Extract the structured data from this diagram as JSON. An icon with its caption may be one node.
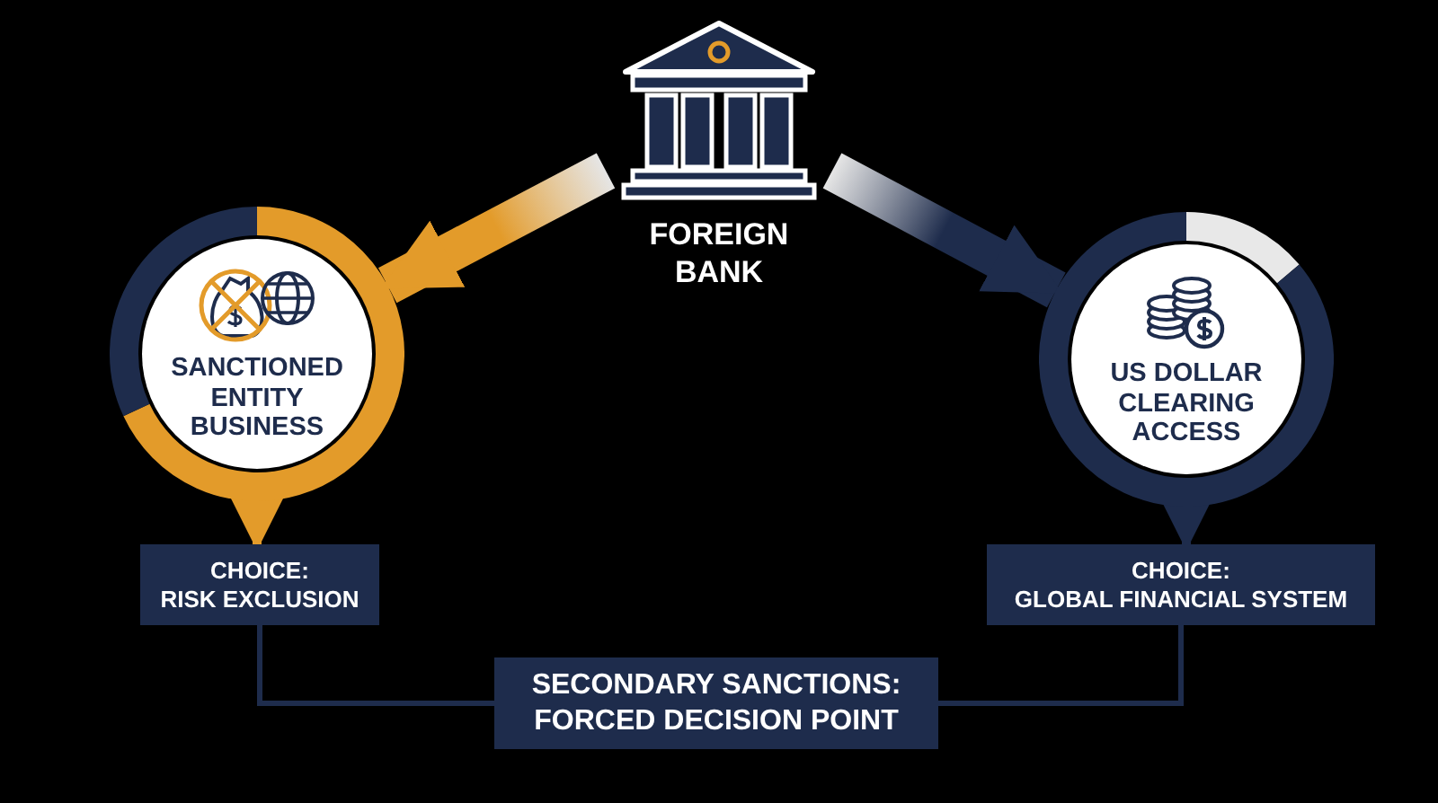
{
  "diagram": {
    "nodes": [
      {
        "text": [
          "FOREIGN BANK"
        ]
      },
      {
        "text": [
          "SANCTIONED ENTITY BUSINESS"
        ]
      },
      {
        "text": [
          "US DOLLAR CLEARING ACCESS"
        ]
      },
      {
        "text": [
          "CHOICE:",
          "RISK EXCLUSION"
        ]
      },
      {
        "text": [
          "CHOICE:",
          "GLOBAL FINANCIAL SYSTEM"
        ]
      },
      {
        "text": [
          "SECONDARY SANCTIONS:",
          "FORCED DECISION POINT"
        ]
      }
    ],
    "edges": [
      {
        "from": 0,
        "to": 1,
        "arrow": "to",
        "style": "thick",
        "color": "#e39b2a"
      },
      {
        "from": 0,
        "to": 2,
        "arrow": "to",
        "style": "thick"
      },
      {
        "from": 1,
        "to": 3,
        "arrow": "to",
        "color": "#e39b2a"
      },
      {
        "from": 2,
        "to": 4,
        "arrow": "to"
      },
      {
        "from": 3,
        "to": 5,
        "arrow": "none"
      },
      {
        "from": 4,
        "to": 5,
        "arrow": "none"
      }
    ]
  }
}
